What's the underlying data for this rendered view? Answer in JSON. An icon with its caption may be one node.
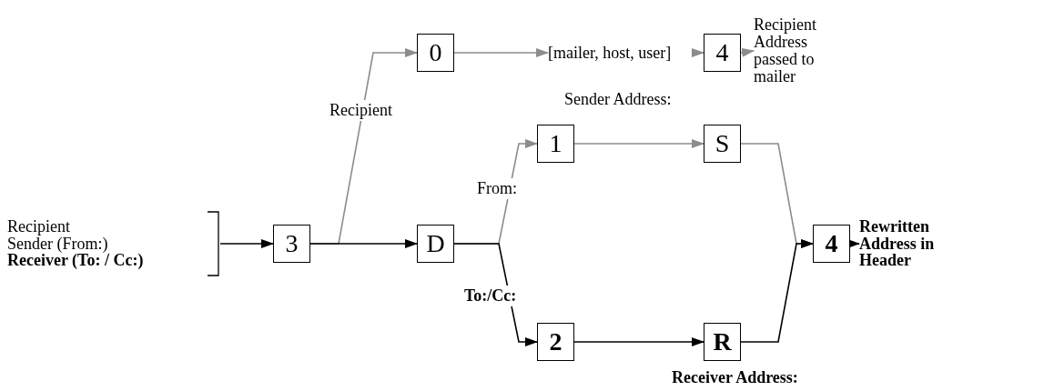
{
  "diagram": {
    "nodes": [
      {
        "text": [
          "Recipient",
          "Sender (From:)",
          "Receiver (To: / Cc:)"
        ]
      },
      {
        "text": [
          "3"
        ]
      },
      {
        "text": [
          "0"
        ]
      },
      {
        "text": [
          "[mailer, host, user]"
        ]
      },
      {
        "text": [
          "4"
        ]
      },
      {
        "text": [
          "Recipient Address passed to mailer"
        ]
      },
      {
        "text": [
          "D"
        ]
      },
      {
        "text": [
          "1"
        ]
      },
      {
        "text": [
          "S"
        ]
      },
      {
        "text": [
          "2"
        ]
      },
      {
        "text": [
          "R"
        ]
      },
      {
        "text": [
          "4"
        ]
      },
      {
        "text": [
          "Rewritten Address in Header"
        ]
      }
    ],
    "edges": [
      {
        "from": 0,
        "to": 1,
        "arrow": "to",
        "color": "#000000"
      },
      {
        "from": 1,
        "to": 2,
        "arrow": "to",
        "label": "Recipient"
      },
      {
        "from": 1,
        "to": 6,
        "arrow": "to",
        "color": "#000000"
      },
      {
        "from": 2,
        "to": 3,
        "arrow": "to"
      },
      {
        "from": 3,
        "to": 4,
        "arrow": "to"
      },
      {
        "from": 4,
        "to": 5,
        "arrow": "to"
      },
      {
        "from": 6,
        "to": 7,
        "arrow": "to",
        "label": "From:"
      },
      {
        "from": 6,
        "to": 9,
        "arrow": "to",
        "label": "To:/Cc:",
        "color": "#000000"
      },
      {
        "from": 7,
        "to": 8,
        "arrow": "to"
      },
      {
        "from": 8,
        "to": 11,
        "arrow": "to"
      },
      {
        "from": 9,
        "to": 10,
        "arrow": "to",
        "color": "#000000"
      },
      {
        "from": 10,
        "to": 11,
        "arrow": "to",
        "color": "#000000"
      },
      {
        "from": 11,
        "to": 12,
        "arrow": "to",
        "color": "#000000"
      }
    ],
    "labels": [
      "Sender Address:",
      "Receiver Address:"
    ]
  }
}
